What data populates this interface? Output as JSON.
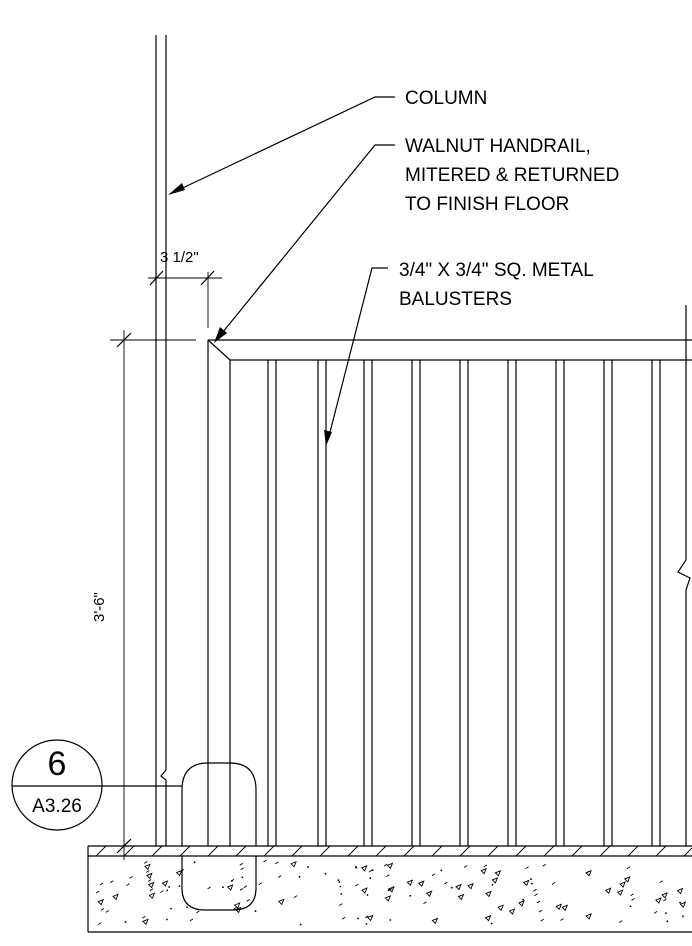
{
  "callouts": {
    "column": "COLUMN",
    "handrail_line1": "WALNUT HANDRAIL,",
    "handrail_line2": "MITERED & RETURNED",
    "handrail_line3": "TO FINISH FLOOR",
    "balusters_line1": "3/4\" X 3/4\" SQ. METAL",
    "balusters_line2": "BALUSTERS"
  },
  "dimensions": {
    "column_offset": "3 1/2\"",
    "rail_height": "3'-6\""
  },
  "detail_tag": {
    "number": "6",
    "sheet": "A3.26"
  }
}
